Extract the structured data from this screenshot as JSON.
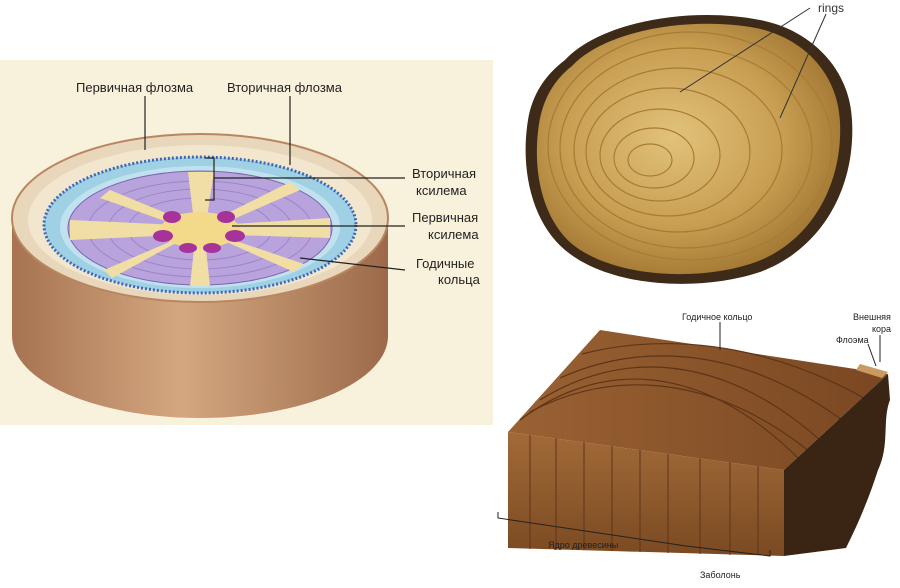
{
  "stem_diagram": {
    "labels": {
      "primary_phloem": "Первичная флозма",
      "secondary_phloem": "Вторичная флозма",
      "secondary_xylem_1": "Вторичная",
      "secondary_xylem_2": "ксилема",
      "primary_xylem_1": "Первичная",
      "primary_xylem_2": "ксилема",
      "annual_rings_1": "Годичные",
      "annual_rings_2": "кольца"
    }
  },
  "log_photo": {
    "labels": {
      "rings": "rings"
    }
  },
  "wood_block": {
    "labels": {
      "annual_ring": "Годичное кольцо",
      "outer_bark_1": "Внешняя",
      "outer_bark_2": "кора",
      "phloem": "Флоэма",
      "heartwood": "Ядро древесины",
      "sapwood": "Заболонь"
    }
  },
  "colors": {
    "panel_bg": "#f8f1dc",
    "bark_side": "#b98660",
    "bark_top": "#efe1c9",
    "phloem_ring": "#9fd0e3",
    "xylem": "#b9a3dc",
    "rays": "#f0dea4",
    "pith_spots": "#a6339a",
    "log_wood": "#c89e52",
    "log_bark": "#3e2a18",
    "block_wood": "#8a5a2e",
    "block_bark": "#3a2515"
  }
}
